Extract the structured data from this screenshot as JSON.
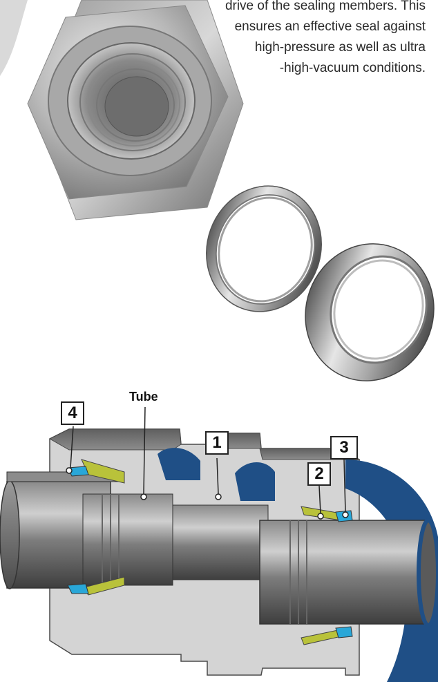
{
  "intro": {
    "lines": [
      "drive of the sealing members. This",
      "ensures an effective seal against",
      "high-pressure as well as ultra",
      "-high-vacuum conditions."
    ]
  },
  "callouts": {
    "c1": "1",
    "c2": "2",
    "c3": "3",
    "c4": "4"
  },
  "labels": {
    "tube": "Tube"
  },
  "colors": {
    "metal_light": "#c9c9c9",
    "metal_dark": "#6e6e6e",
    "cut_face": "#d6d6d6",
    "inner_blue": "#1f4f86",
    "ferrule_green": "#b9c23a",
    "seal_cyan": "#29a7d8"
  }
}
